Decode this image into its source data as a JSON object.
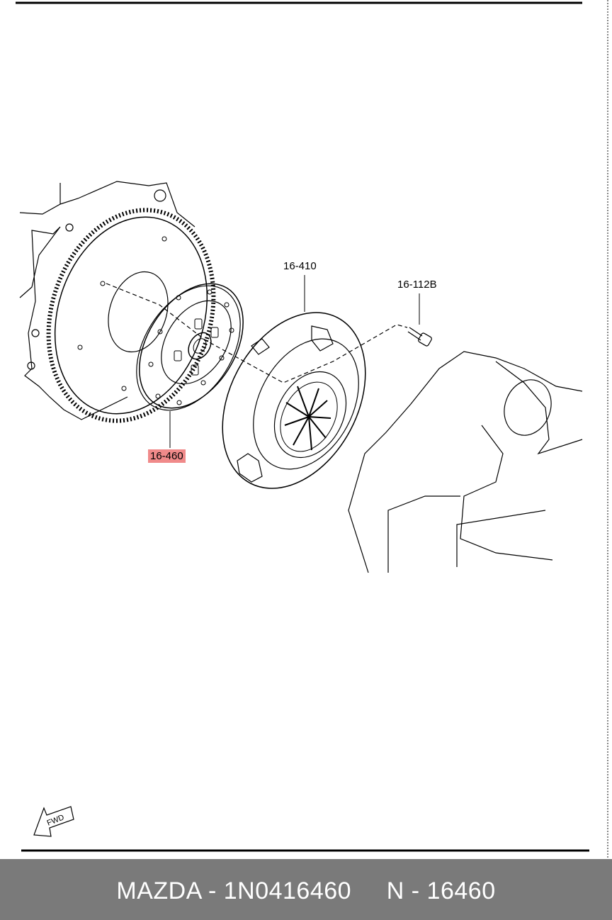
{
  "parts": [
    {
      "id": "disc",
      "number": "16-460",
      "highlighted": true
    },
    {
      "id": "cover",
      "number": "16-410",
      "highlighted": false
    },
    {
      "id": "bolt",
      "number": "16-112B",
      "highlighted": false
    }
  ],
  "fwd_marker": "FWD",
  "footer": {
    "brand": "MAZDA",
    "part_number": "1N0416460",
    "ref": "N - 16460",
    "text": "MAZDA - 1N0416460     N - 16460"
  },
  "colors": {
    "highlight": "#f08a8a",
    "footer_bg": "#7a7a7a",
    "footer_text": "#ffffff"
  }
}
